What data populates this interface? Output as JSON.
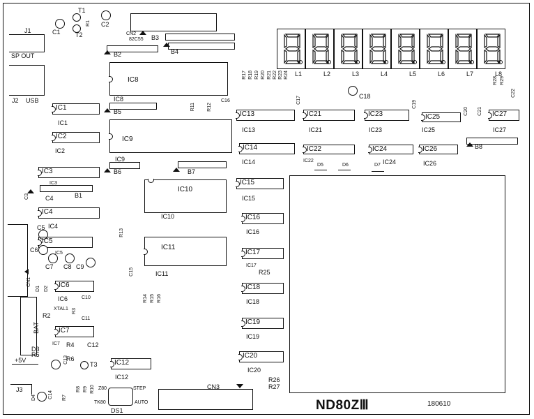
{
  "board_title": "ND80ZⅢ",
  "board_date": "180610",
  "connectors": {
    "j1": "J1",
    "sp_out": "SP OUT",
    "j2": "J2",
    "usb": "USB",
    "j3": "J3",
    "cn1": "CN1",
    "cn2": "CN2",
    "cn2_sub": "82C55",
    "cn3": "CN3",
    "bat": "BAT",
    "plus5v": "+5V"
  },
  "ics": {
    "ic1": "IC1",
    "ic2": "IC2",
    "ic3": "IC3",
    "ic4": "IC4",
    "ic5": "IC5",
    "ic6": "IC6",
    "ic7": "IC7",
    "ic8": "IC8",
    "ic9": "IC9",
    "ic10": "IC10",
    "ic11": "IC11",
    "ic12": "IC12",
    "ic13": "IC13",
    "ic14": "IC14",
    "ic15": "IC15",
    "ic16": "IC16",
    "ic17": "IC17",
    "ic18": "IC18",
    "ic19": "IC19",
    "ic20": "IC20",
    "ic21": "IC21",
    "ic22": "IC22",
    "ic23": "IC23",
    "ic24": "IC24",
    "ic25": "IC25",
    "ic26": "IC26",
    "ic27": "IC27"
  },
  "blocks": {
    "b1": "B1",
    "b2": "B2",
    "b3": "B3",
    "b4": "B4",
    "b5": "B5",
    "b6": "B6",
    "b7": "B7",
    "b8": "B8"
  },
  "caps": {
    "c1": "C1",
    "c2": "C2",
    "c3": "C3",
    "c4": "C4",
    "c5": "C5",
    "c6": "C6",
    "c7": "C7",
    "c8": "C8",
    "c9": "C9",
    "c10": "C10",
    "c11": "C11",
    "c12": "C12",
    "c13": "C13",
    "c14": "C14",
    "c15": "C15",
    "c16": "C16",
    "c17": "C17",
    "c18": "C18",
    "c19": "C19",
    "c20": "C20",
    "c21": "C21",
    "c22": "C22"
  },
  "resistors": {
    "r1": "R1",
    "r2": "R2",
    "r3": "R3",
    "r4": "R4",
    "r5": "R5",
    "r6": "R6",
    "r7": "R7",
    "r8": "R8",
    "r9": "R9",
    "r10": "R10",
    "r11": "R11",
    "r12": "R12",
    "r13": "R13",
    "r14": "R14",
    "r15": "R15",
    "r16": "R16",
    "r17": "R17",
    "r18": "R18",
    "r19": "R19",
    "r20": "R20",
    "r21": "R21",
    "r22": "R22",
    "r23": "R23",
    "r24": "R24",
    "r25": "R25",
    "r26": "R26",
    "r27": "R27",
    "r28": "R28",
    "r29": "R29"
  },
  "transistors": {
    "t1": "T1",
    "t2": "T2",
    "t3": "T3"
  },
  "diodes": {
    "d1": "D1",
    "d2": "D2",
    "d3": "D3",
    "d4": "D4",
    "d5": "D5",
    "d6": "D6",
    "d7": "D7"
  },
  "leds": [
    "L1",
    "L2",
    "L3",
    "L4",
    "L5",
    "L6",
    "L7",
    "L8"
  ],
  "xtal": "XTAL1",
  "ds1": {
    "label": "DS1",
    "z80": "Z80",
    "tk80": "TK80",
    "step": "STEP",
    "auto": "AUTO"
  }
}
